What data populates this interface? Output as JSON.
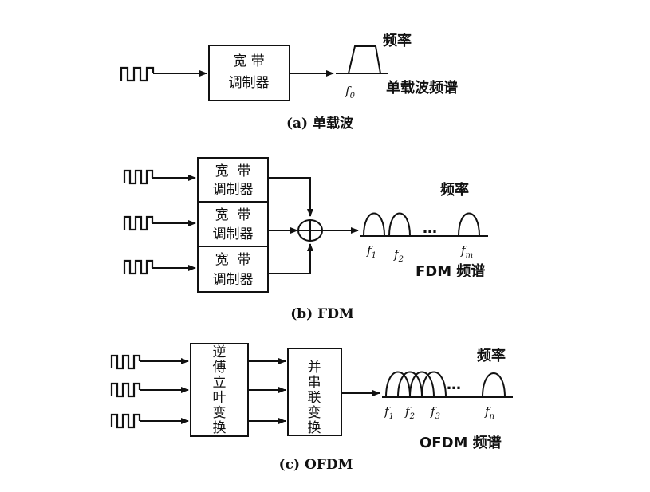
{
  "a": {
    "box": [
      "宽 带",
      "调制器"
    ],
    "freq_label": "频率",
    "spectrum_label": "单载波频谱",
    "f": {
      "main": "f",
      "sub": "0"
    },
    "caption": "(a) 单载波"
  },
  "b": {
    "box": [
      "宽  带",
      "调制器"
    ],
    "freq_label": "频率",
    "spectrum_label": "FDM 频谱",
    "f1": {
      "main": "f",
      "sub": "1"
    },
    "f2": {
      "main": "f",
      "sub": "2"
    },
    "fm": {
      "main": "f",
      "sub": "m"
    },
    "dots": "…",
    "caption": "(b) FDM"
  },
  "c": {
    "ifft_box": [
      "逆",
      "傅",
      "立",
      "叶",
      "变",
      "换"
    ],
    "ps_box": [
      "并",
      "串",
      "联",
      "变",
      "换"
    ],
    "freq_label": "频率",
    "spectrum_label": "OFDM 频谱",
    "f1": {
      "main": "f",
      "sub": "1"
    },
    "f2": {
      "main": "f",
      "sub": "2"
    },
    "f3": {
      "main": "f",
      "sub": "3"
    },
    "fn": {
      "main": "f",
      "sub": "n"
    },
    "dots": "…",
    "caption": "(c) OFDM"
  }
}
